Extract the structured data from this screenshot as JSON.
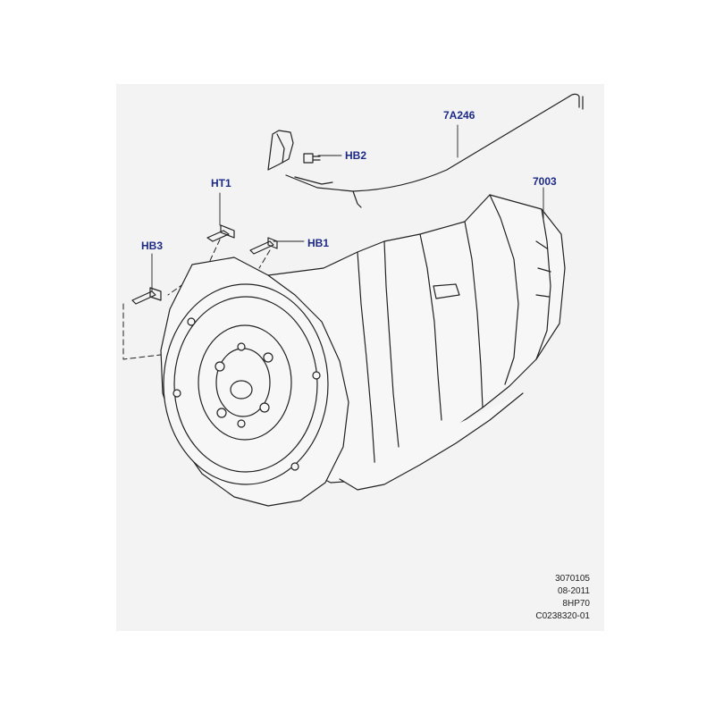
{
  "callouts": {
    "line_7a246": "7A246",
    "hb2": "HB2",
    "ht1": "HT1",
    "hb1": "HB1",
    "hb3": "HB3",
    "transmission_7003": "7003"
  },
  "meta": {
    "ref": "3070105",
    "date": "08-2011",
    "model": "8HP70",
    "code": "C0238320-01"
  },
  "colors": {
    "callout_text": "#1d2a86",
    "line": "#222222",
    "sheet_bg": "#f3f3f3"
  }
}
